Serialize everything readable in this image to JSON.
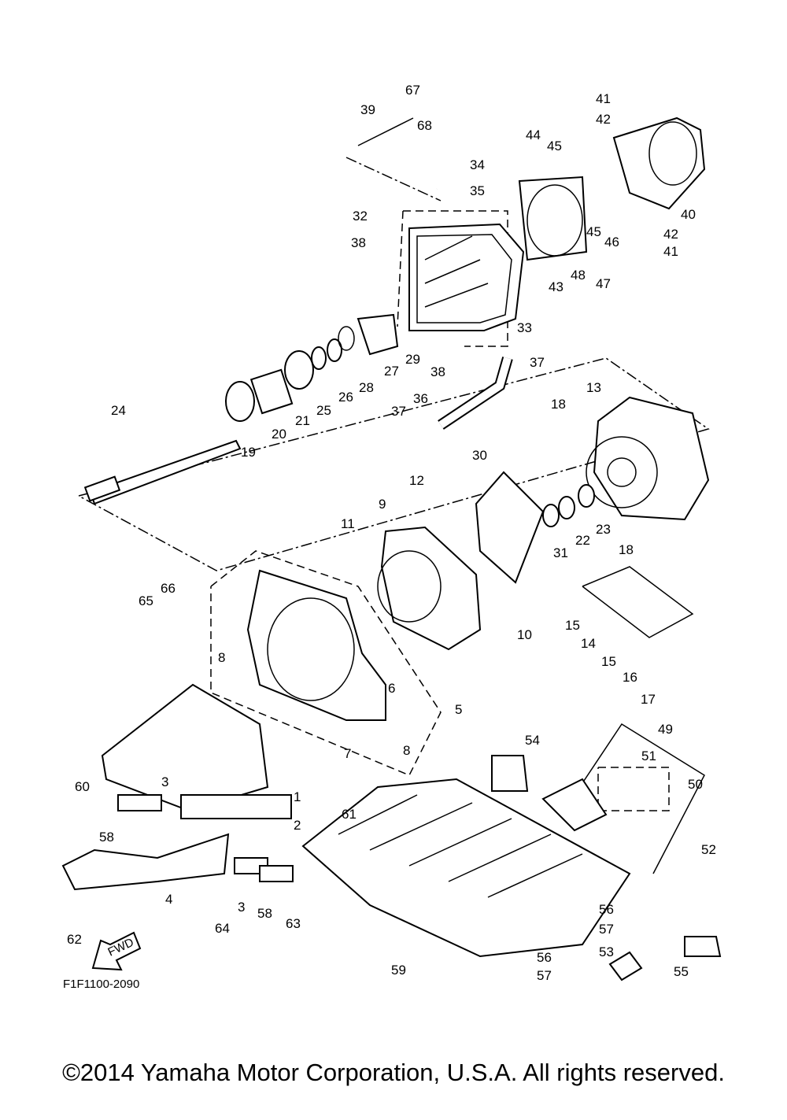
{
  "diagram": {
    "drawing_code": "F1F1100-2090",
    "direction_label": "FWD",
    "copyright": "©2014 Yamaha Motor Corporation, U.S.A. All rights reserved.",
    "callouts": [
      {
        "label": "67"
      },
      {
        "label": "68"
      },
      {
        "label": "39"
      },
      {
        "label": "34"
      },
      {
        "label": "35"
      },
      {
        "label": "44"
      },
      {
        "label": "45"
      },
      {
        "label": "41"
      },
      {
        "label": "42"
      },
      {
        "label": "40"
      },
      {
        "label": "32"
      },
      {
        "label": "38"
      },
      {
        "label": "45"
      },
      {
        "label": "46"
      },
      {
        "label": "42"
      },
      {
        "label": "41"
      },
      {
        "label": "43"
      },
      {
        "label": "48"
      },
      {
        "label": "47"
      },
      {
        "label": "33"
      },
      {
        "label": "29"
      },
      {
        "label": "27"
      },
      {
        "label": "28"
      },
      {
        "label": "26"
      },
      {
        "label": "25"
      },
      {
        "label": "21"
      },
      {
        "label": "20"
      },
      {
        "label": "19"
      },
      {
        "label": "38"
      },
      {
        "label": "37"
      },
      {
        "label": "24"
      },
      {
        "label": "36"
      },
      {
        "label": "37"
      },
      {
        "label": "13"
      },
      {
        "label": "18"
      },
      {
        "label": "30"
      },
      {
        "label": "12"
      },
      {
        "label": "9"
      },
      {
        "label": "11"
      },
      {
        "label": "31"
      },
      {
        "label": "22"
      },
      {
        "label": "23"
      },
      {
        "label": "18"
      },
      {
        "label": "66"
      },
      {
        "label": "65"
      },
      {
        "label": "8"
      },
      {
        "label": "10"
      },
      {
        "label": "15"
      },
      {
        "label": "14"
      },
      {
        "label": "15"
      },
      {
        "label": "16"
      },
      {
        "label": "17"
      },
      {
        "label": "6"
      },
      {
        "label": "5"
      },
      {
        "label": "7"
      },
      {
        "label": "8"
      },
      {
        "label": "54"
      },
      {
        "label": "49"
      },
      {
        "label": "51"
      },
      {
        "label": "50"
      },
      {
        "label": "60"
      },
      {
        "label": "3"
      },
      {
        "label": "61"
      },
      {
        "label": "1"
      },
      {
        "label": "58"
      },
      {
        "label": "2"
      },
      {
        "label": "52"
      },
      {
        "label": "4"
      },
      {
        "label": "3"
      },
      {
        "label": "58"
      },
      {
        "label": "64"
      },
      {
        "label": "63"
      },
      {
        "label": "56"
      },
      {
        "label": "57"
      },
      {
        "label": "62"
      },
      {
        "label": "53"
      },
      {
        "label": "59"
      },
      {
        "label": "56"
      },
      {
        "label": "57"
      },
      {
        "label": "55"
      }
    ]
  }
}
